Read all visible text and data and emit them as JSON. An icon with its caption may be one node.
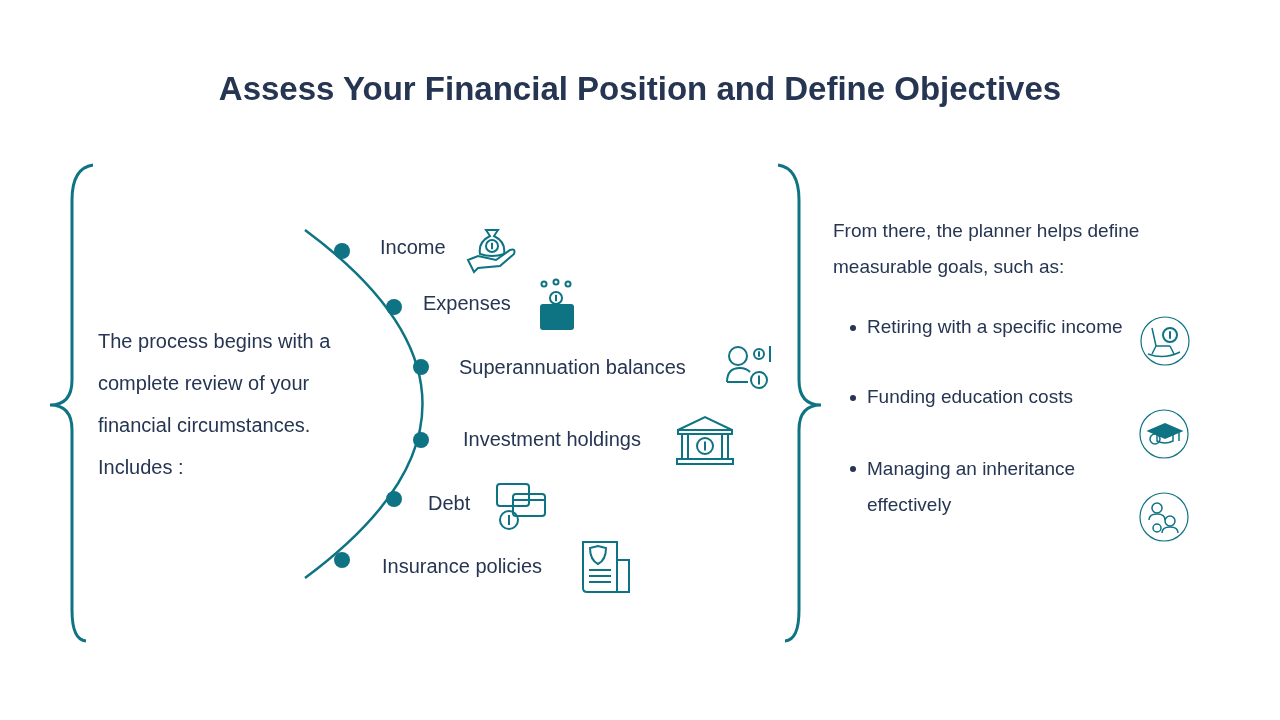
{
  "diagram": {
    "title": "Assess Your Financial Position and Define Objectives",
    "labels": [
      "The process begins with a complete review of your financial circumstances. Includes :",
      "Income",
      "Expenses",
      "Superannuation balances",
      "Investment holdings",
      "Debt",
      "Insurance policies",
      "From there, the planner helps define measurable goals, such as:",
      "Retiring with a specific income",
      "Funding education costs",
      "Managing an inheritance effectively"
    ]
  }
}
